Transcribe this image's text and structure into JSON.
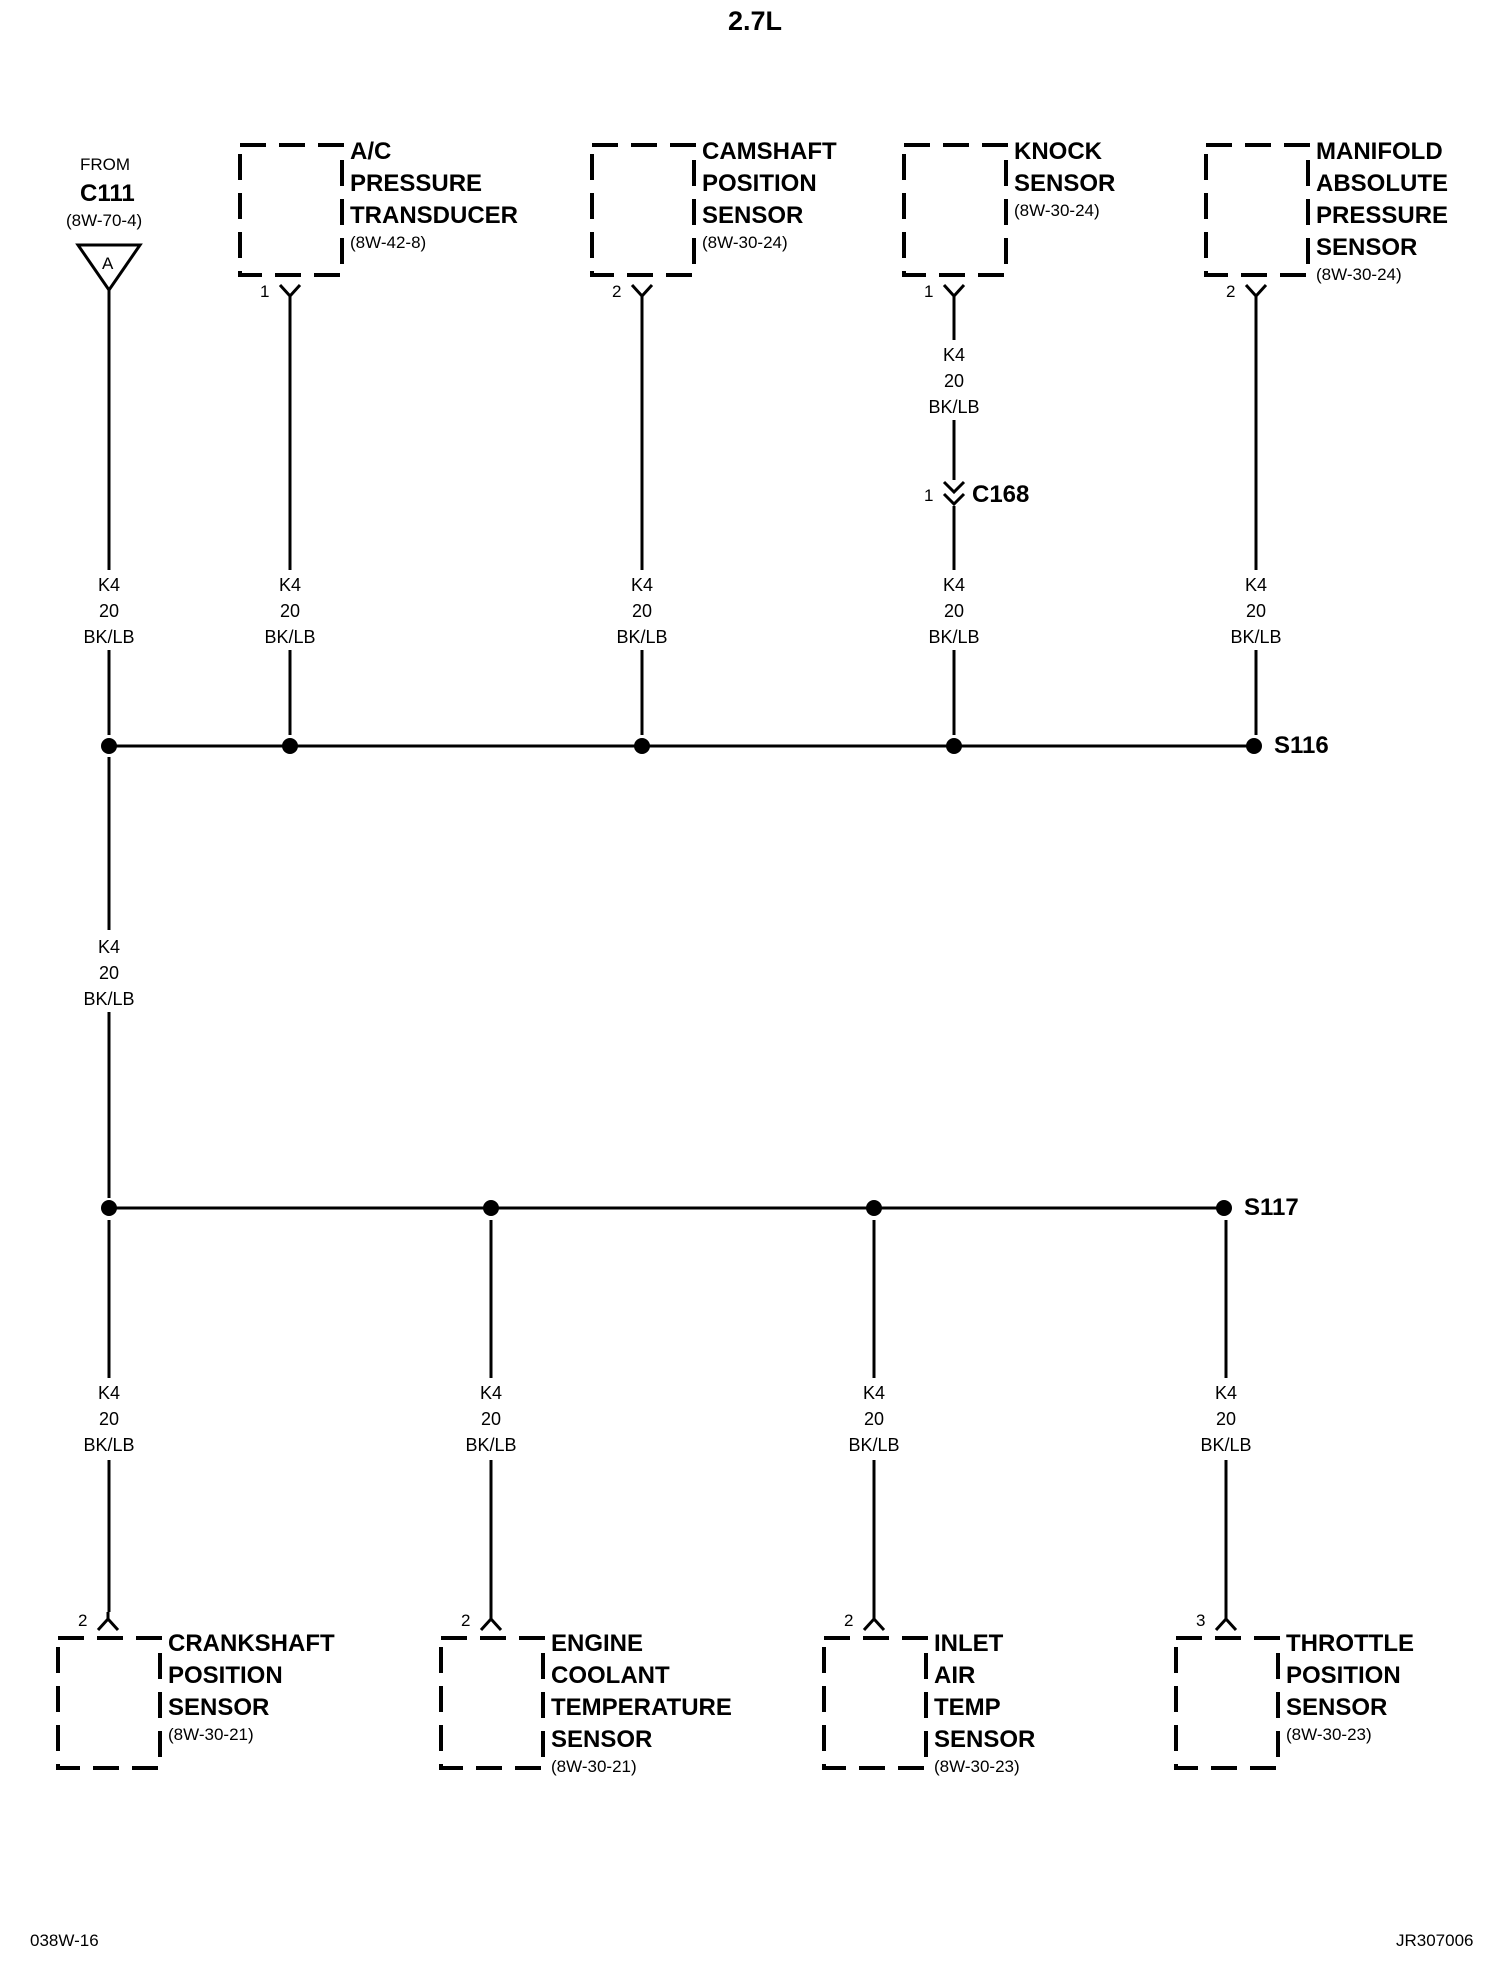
{
  "title": "2.7L",
  "footer": {
    "left": "038W-16",
    "right": "JR307006"
  },
  "source": {
    "from": "FROM",
    "connector": "C111",
    "ref": "(8W-70-4)",
    "tag": "A"
  },
  "wire": {
    "circuit": "K4",
    "gauge": "20",
    "color": "BK/LB"
  },
  "splices": {
    "upper": "S116",
    "lower": "S117"
  },
  "inline_connector": {
    "pin": "1",
    "name": "C168"
  },
  "top_components": [
    {
      "id": "ac",
      "lines": [
        "A/C",
        "PRESSURE",
        "TRANSDUCER"
      ],
      "ref": "(8W-42-8)",
      "pin": "1"
    },
    {
      "id": "cam",
      "lines": [
        "CAMSHAFT",
        "POSITION",
        "SENSOR"
      ],
      "ref": "(8W-30-24)",
      "pin": "2"
    },
    {
      "id": "knock",
      "lines": [
        "KNOCK",
        "SENSOR"
      ],
      "ref": "(8W-30-24)",
      "pin": "1"
    },
    {
      "id": "map",
      "lines": [
        "MANIFOLD",
        "ABSOLUTE",
        "PRESSURE",
        "SENSOR"
      ],
      "ref": "(8W-30-24)",
      "pin": "2"
    }
  ],
  "bottom_components": [
    {
      "id": "crank",
      "lines": [
        "CRANKSHAFT",
        "POSITION",
        "SENSOR"
      ],
      "ref": "(8W-30-21)",
      "pin": "2"
    },
    {
      "id": "ect",
      "lines": [
        "ENGINE",
        "COOLANT",
        "TEMPERATURE",
        "SENSOR"
      ],
      "ref": "(8W-30-21)",
      "pin": "2"
    },
    {
      "id": "iat",
      "lines": [
        "INLET",
        "AIR",
        "TEMP",
        "SENSOR"
      ],
      "ref": "(8W-30-23)",
      "pin": "2"
    },
    {
      "id": "tps",
      "lines": [
        "THROTTLE",
        "POSITION",
        "SENSOR"
      ],
      "ref": "(8W-30-23)",
      "pin": "3"
    }
  ]
}
